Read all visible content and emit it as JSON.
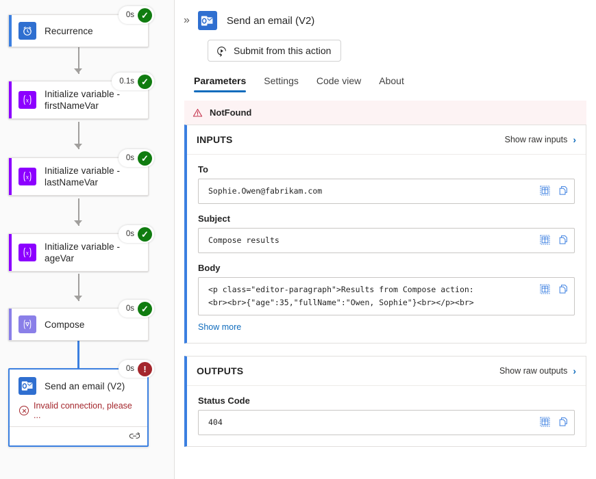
{
  "canvas": {
    "nodes": [
      {
        "title": "Recurrence",
        "icon": "clock-icon",
        "accent": "accent-blue",
        "iconClass": "ic-blue",
        "duration": "0s",
        "status": "ok"
      },
      {
        "title": "Initialize variable - firstNameVar",
        "icon": "variable-icon",
        "accent": "accent-purple",
        "iconClass": "ic-purple",
        "duration": "0.1s",
        "status": "ok"
      },
      {
        "title": "Initialize variable - lastNameVar",
        "icon": "variable-icon",
        "accent": "accent-purple",
        "iconClass": "ic-purple",
        "duration": "0s",
        "status": "ok"
      },
      {
        "title": "Initialize variable - ageVar",
        "icon": "variable-icon",
        "accent": "accent-purple",
        "iconClass": "ic-purple",
        "duration": "0s",
        "status": "ok"
      },
      {
        "title": "Compose",
        "icon": "compose-icon",
        "accent": "accent-lav",
        "iconClass": "ic-lav",
        "duration": "0s",
        "status": "ok"
      },
      {
        "title": "Send an email (V2)",
        "icon": "outlook-icon",
        "accent": "accent-blue",
        "iconClass": "ic-blue",
        "duration": "0s",
        "status": "fail",
        "error": "Invalid connection, please ..."
      }
    ]
  },
  "panel": {
    "collapse_chevron": "»",
    "title": "Send an email (V2)",
    "submit_label": "Submit from this action",
    "tabs": [
      {
        "label": "Parameters",
        "active": true
      },
      {
        "label": "Settings",
        "active": false
      },
      {
        "label": "Code view",
        "active": false
      },
      {
        "label": "About",
        "active": false
      }
    ],
    "alert": {
      "text": "NotFound"
    },
    "inputs": {
      "heading": "INPUTS",
      "raw_link": "Show raw inputs",
      "show_more": "Show more",
      "fields": [
        {
          "label": "To",
          "value": "Sophie.Owen@fabrikam.com"
        },
        {
          "label": "Subject",
          "value": "Compose results"
        },
        {
          "label": "Body",
          "value": "<p class=\"editor-paragraph\">Results from Compose action:\n<br><br>{\"age\":35,\"fullName\":\"Owen, Sophie\"}<br></p><br>"
        }
      ]
    },
    "outputs": {
      "heading": "OUTPUTS",
      "raw_link": "Show raw outputs",
      "fields": [
        {
          "label": "Status Code",
          "value": "404"
        }
      ]
    }
  },
  "colors": {
    "accent_blue": "#3b7fe0",
    "accent_purple": "#8c00ff",
    "accent_lavender": "#8a7fe8",
    "success": "#107c10",
    "error": "#a4262c",
    "link": "#0f6cbd",
    "alert_bg": "#fdf3f4"
  }
}
